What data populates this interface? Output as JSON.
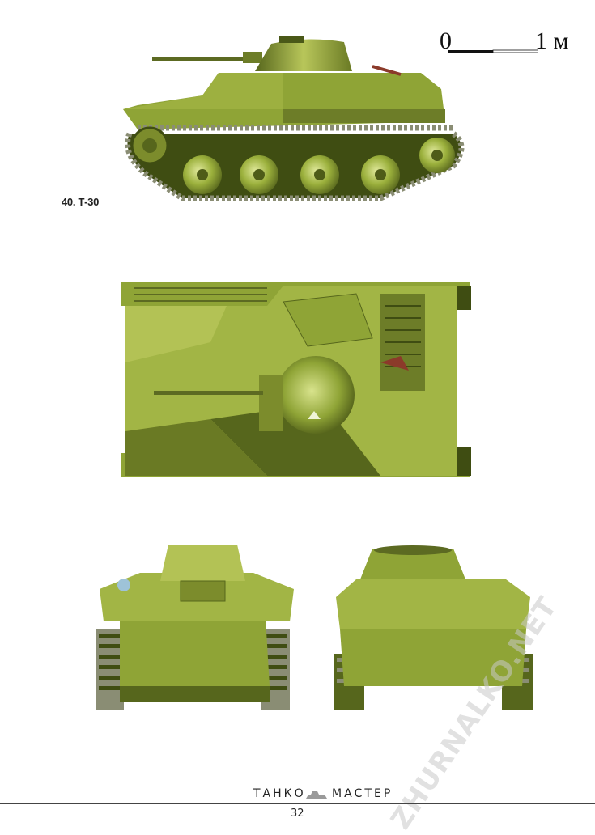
{
  "scale": {
    "start_label": "0",
    "end_label": "1 м"
  },
  "figure": {
    "caption": "40. Т-30"
  },
  "views": [
    {
      "id": "side-view"
    },
    {
      "id": "top-view"
    },
    {
      "id": "front-view"
    },
    {
      "id": "rear-view"
    }
  ],
  "colors": {
    "hull_main": "#8fa436",
    "hull_light": "#b3c255",
    "hull_dark": "#56661c",
    "hull_shadow": "#3f4d12",
    "track": "#6b6e5a",
    "marking": "#8b3a2a"
  },
  "footer": {
    "left_word": "ТАНКО",
    "right_word": "МАСТЕР",
    "page_number": "32"
  },
  "watermark": {
    "text": "ZHURNALKO.NET"
  }
}
